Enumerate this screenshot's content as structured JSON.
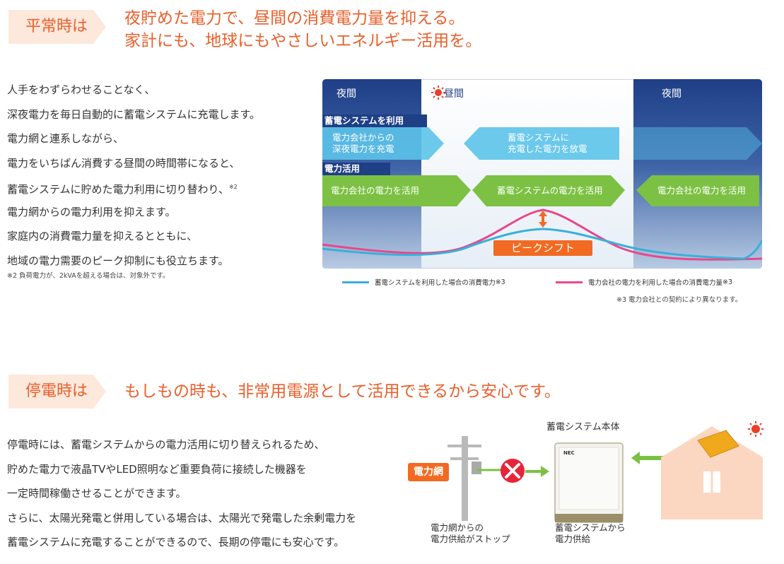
{
  "section_normal": {
    "tag": "平常時は",
    "headline_lines": [
      "夜貯めた電力で、昼間の消費電力量を抑える。",
      "家計にも、地球にもやさしいエネルギー活用を。"
    ],
    "body_lines": [
      "人手をわずらわせることなく、",
      "深夜電力を毎日自動的に蓄電システムに充電します。",
      "電力網と連系しながら、",
      "電力をいちばん消費する昼間の時間帯になると、",
      "蓄電システムに貯めた電力利用に切り替わり、",
      "電力網からの電力利用を抑えます。",
      "家庭内の消費電力量を抑えるとともに、",
      "地域の電力需要のピーク抑制にも役立ちます。"
    ],
    "body_footnote_mark": "※2",
    "footnote": "※2 負荷電力が、2kVAを超える場合は、対象外です。"
  },
  "diagram": {
    "period_night_left": "夜間",
    "period_day": "昼間",
    "period_night_right": "夜間",
    "row1_header": "蓄電システムを利用",
    "row1_arrow_left": [
      "電力会社からの",
      "深夜電力を充電"
    ],
    "row1_arrow_mid": [
      "蓄電システムに",
      "充電した電力を放電"
    ],
    "row2_header": "電力活用",
    "row2_arrow_left": "電力会社の電力を活用",
    "row2_arrow_mid": "蓄電システムの電力を活用",
    "row2_arrow_right": "電力会社の電力を活用",
    "peak_shift": "ピークシフト",
    "legend_blue": "蓄電システムを利用した場合の消費電力",
    "legend_blue_mark": "※3",
    "legend_pink": "電力会社の電力を利用した場合の消費電力量",
    "legend_pink_mark": "※3",
    "note3": "※3 電力会社との契約により異なります。",
    "colors": {
      "blue_curve": "#3aafd8",
      "pink_curve": "#e8478b",
      "green_arrow": "#7cc143",
      "blue_arrow": "#5cc3ea",
      "orange": "#f26a21"
    }
  },
  "section_outage": {
    "tag": "停電時は",
    "headline": "もしもの時も、非常用電源として活用できるから安心です。",
    "body_lines": [
      "停電時には、蓄電システムからの電力活用に切り替えられるため、",
      "貯めた電力で液晶TVやLED照明など重要負荷に接続した機器を",
      "一定時間稼働させることができます。",
      "さらに、太陽光発電と併用している場合は、太陽光で発電した余剰電力を",
      "蓄電システムに充電することができるので、長期の停電にも安心です。"
    ]
  },
  "illustration": {
    "unit_title": "蓄電システム本体",
    "grid_label": "電力網",
    "unit_brand": "NEC",
    "caption_grid": [
      "電力網からの",
      "電力供給がストップ"
    ],
    "caption_unit": [
      "蓄電システムから",
      "電力供給"
    ]
  }
}
